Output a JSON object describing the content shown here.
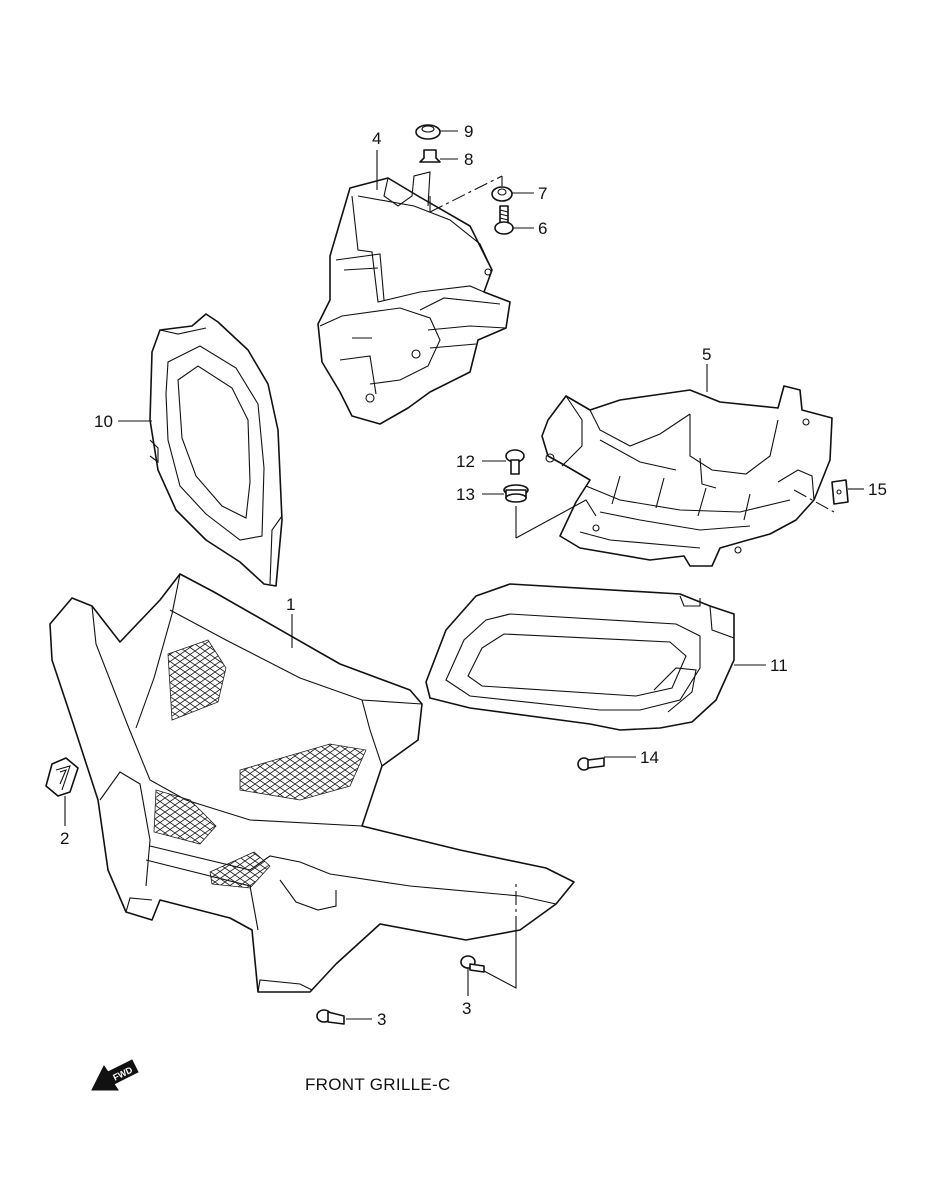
{
  "diagram": {
    "caption": "FRONT GRILLE-C",
    "fwd_label": "FWD",
    "callouts": [
      {
        "id": "c1",
        "label": "1"
      },
      {
        "id": "c2",
        "label": "2"
      },
      {
        "id": "c3a",
        "label": "3"
      },
      {
        "id": "c3b",
        "label": "3"
      },
      {
        "id": "c4",
        "label": "4"
      },
      {
        "id": "c5",
        "label": "5"
      },
      {
        "id": "c6",
        "label": "6"
      },
      {
        "id": "c7",
        "label": "7"
      },
      {
        "id": "c8",
        "label": "8"
      },
      {
        "id": "c9",
        "label": "9"
      },
      {
        "id": "c10",
        "label": "10"
      },
      {
        "id": "c11",
        "label": "11"
      },
      {
        "id": "c12",
        "label": "12"
      },
      {
        "id": "c13",
        "label": "13"
      },
      {
        "id": "c14",
        "label": "14"
      },
      {
        "id": "c15",
        "label": "15"
      }
    ]
  }
}
